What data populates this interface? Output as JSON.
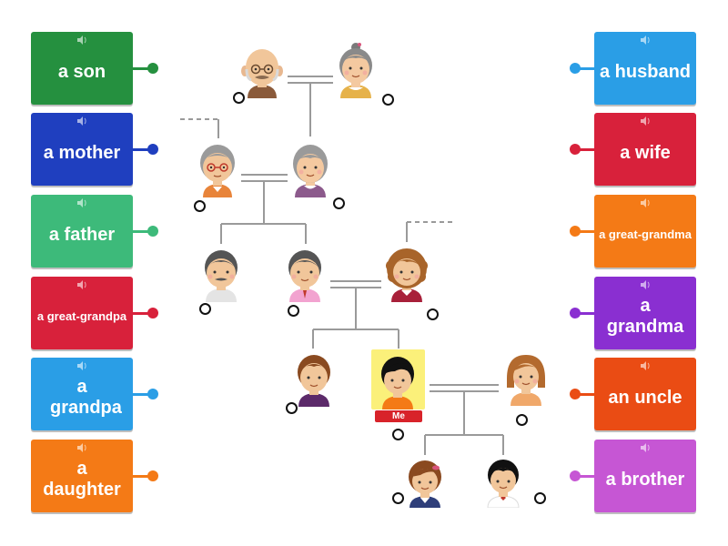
{
  "colors": {
    "green_dark": "#25903f",
    "blue_dark": "#1f3fbf",
    "green_light": "#3dba7a",
    "red": "#d8213b",
    "blue": "#2a9ee6",
    "orange": "#f47a16",
    "orange_red": "#ea4c14",
    "purple": "#8a2fd1",
    "pink": "#c656d4",
    "me_highlight": "#fbf07a",
    "me_tag": "#d8232a"
  },
  "left_cards": [
    {
      "label": "a son"
    },
    {
      "label": "a mother"
    },
    {
      "label": "a father"
    },
    {
      "label": "a great-grandpa"
    },
    {
      "label": "a grandpa"
    },
    {
      "label": "a daughter"
    }
  ],
  "right_cards": [
    {
      "label": "a husband"
    },
    {
      "label": "a wife"
    },
    {
      "label": "a great-grandma"
    },
    {
      "label": "a grandma"
    },
    {
      "label": "an uncle"
    },
    {
      "label": "a brother"
    }
  ],
  "me_tag": "Me",
  "icons": {
    "speaker": "speaker-icon"
  }
}
